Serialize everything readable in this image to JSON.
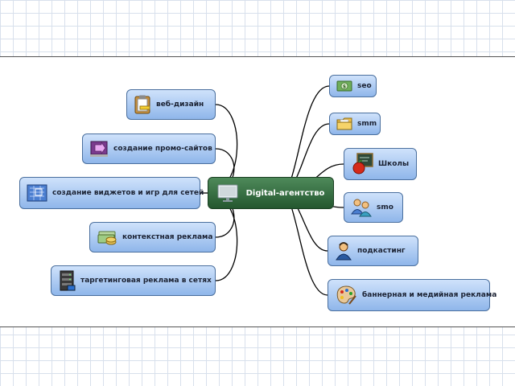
{
  "center": {
    "label": "Digital-агентство",
    "icon": "monitor-icon"
  },
  "left_nodes": [
    {
      "id": "web-design",
      "label": "веб-дизайн",
      "icon": "clipboard-icon"
    },
    {
      "id": "promo-sites",
      "label": "создание промо-сайтов",
      "icon": "flag-icon"
    },
    {
      "id": "widgets-games",
      "label": "создание виджетов и игр для сетей",
      "icon": "blueprint-icon"
    },
    {
      "id": "context-ads",
      "label": "контекстная реклама",
      "icon": "money-icon"
    },
    {
      "id": "targeting-ads",
      "label": "таргетинговая реклама в сетях",
      "icon": "server-rack-icon"
    }
  ],
  "right_nodes": [
    {
      "id": "seo",
      "label": "seo",
      "icon": "dollar-icon"
    },
    {
      "id": "smm",
      "label": "smm",
      "icon": "folder-icon"
    },
    {
      "id": "schools",
      "label": "Школы",
      "icon": "apple-icon"
    },
    {
      "id": "smo",
      "label": "smo",
      "icon": "people-icon"
    },
    {
      "id": "podcasting",
      "label": "подкастинг",
      "icon": "person-icon"
    },
    {
      "id": "banner-ads",
      "label": "баннерная и медийная реклама",
      "icon": "palette-icon"
    }
  ],
  "colors": {
    "node_fill": "#a9c8f2",
    "node_border": "#4a6f9e",
    "center_fill": "#2e6b3a",
    "link": "#000000"
  }
}
